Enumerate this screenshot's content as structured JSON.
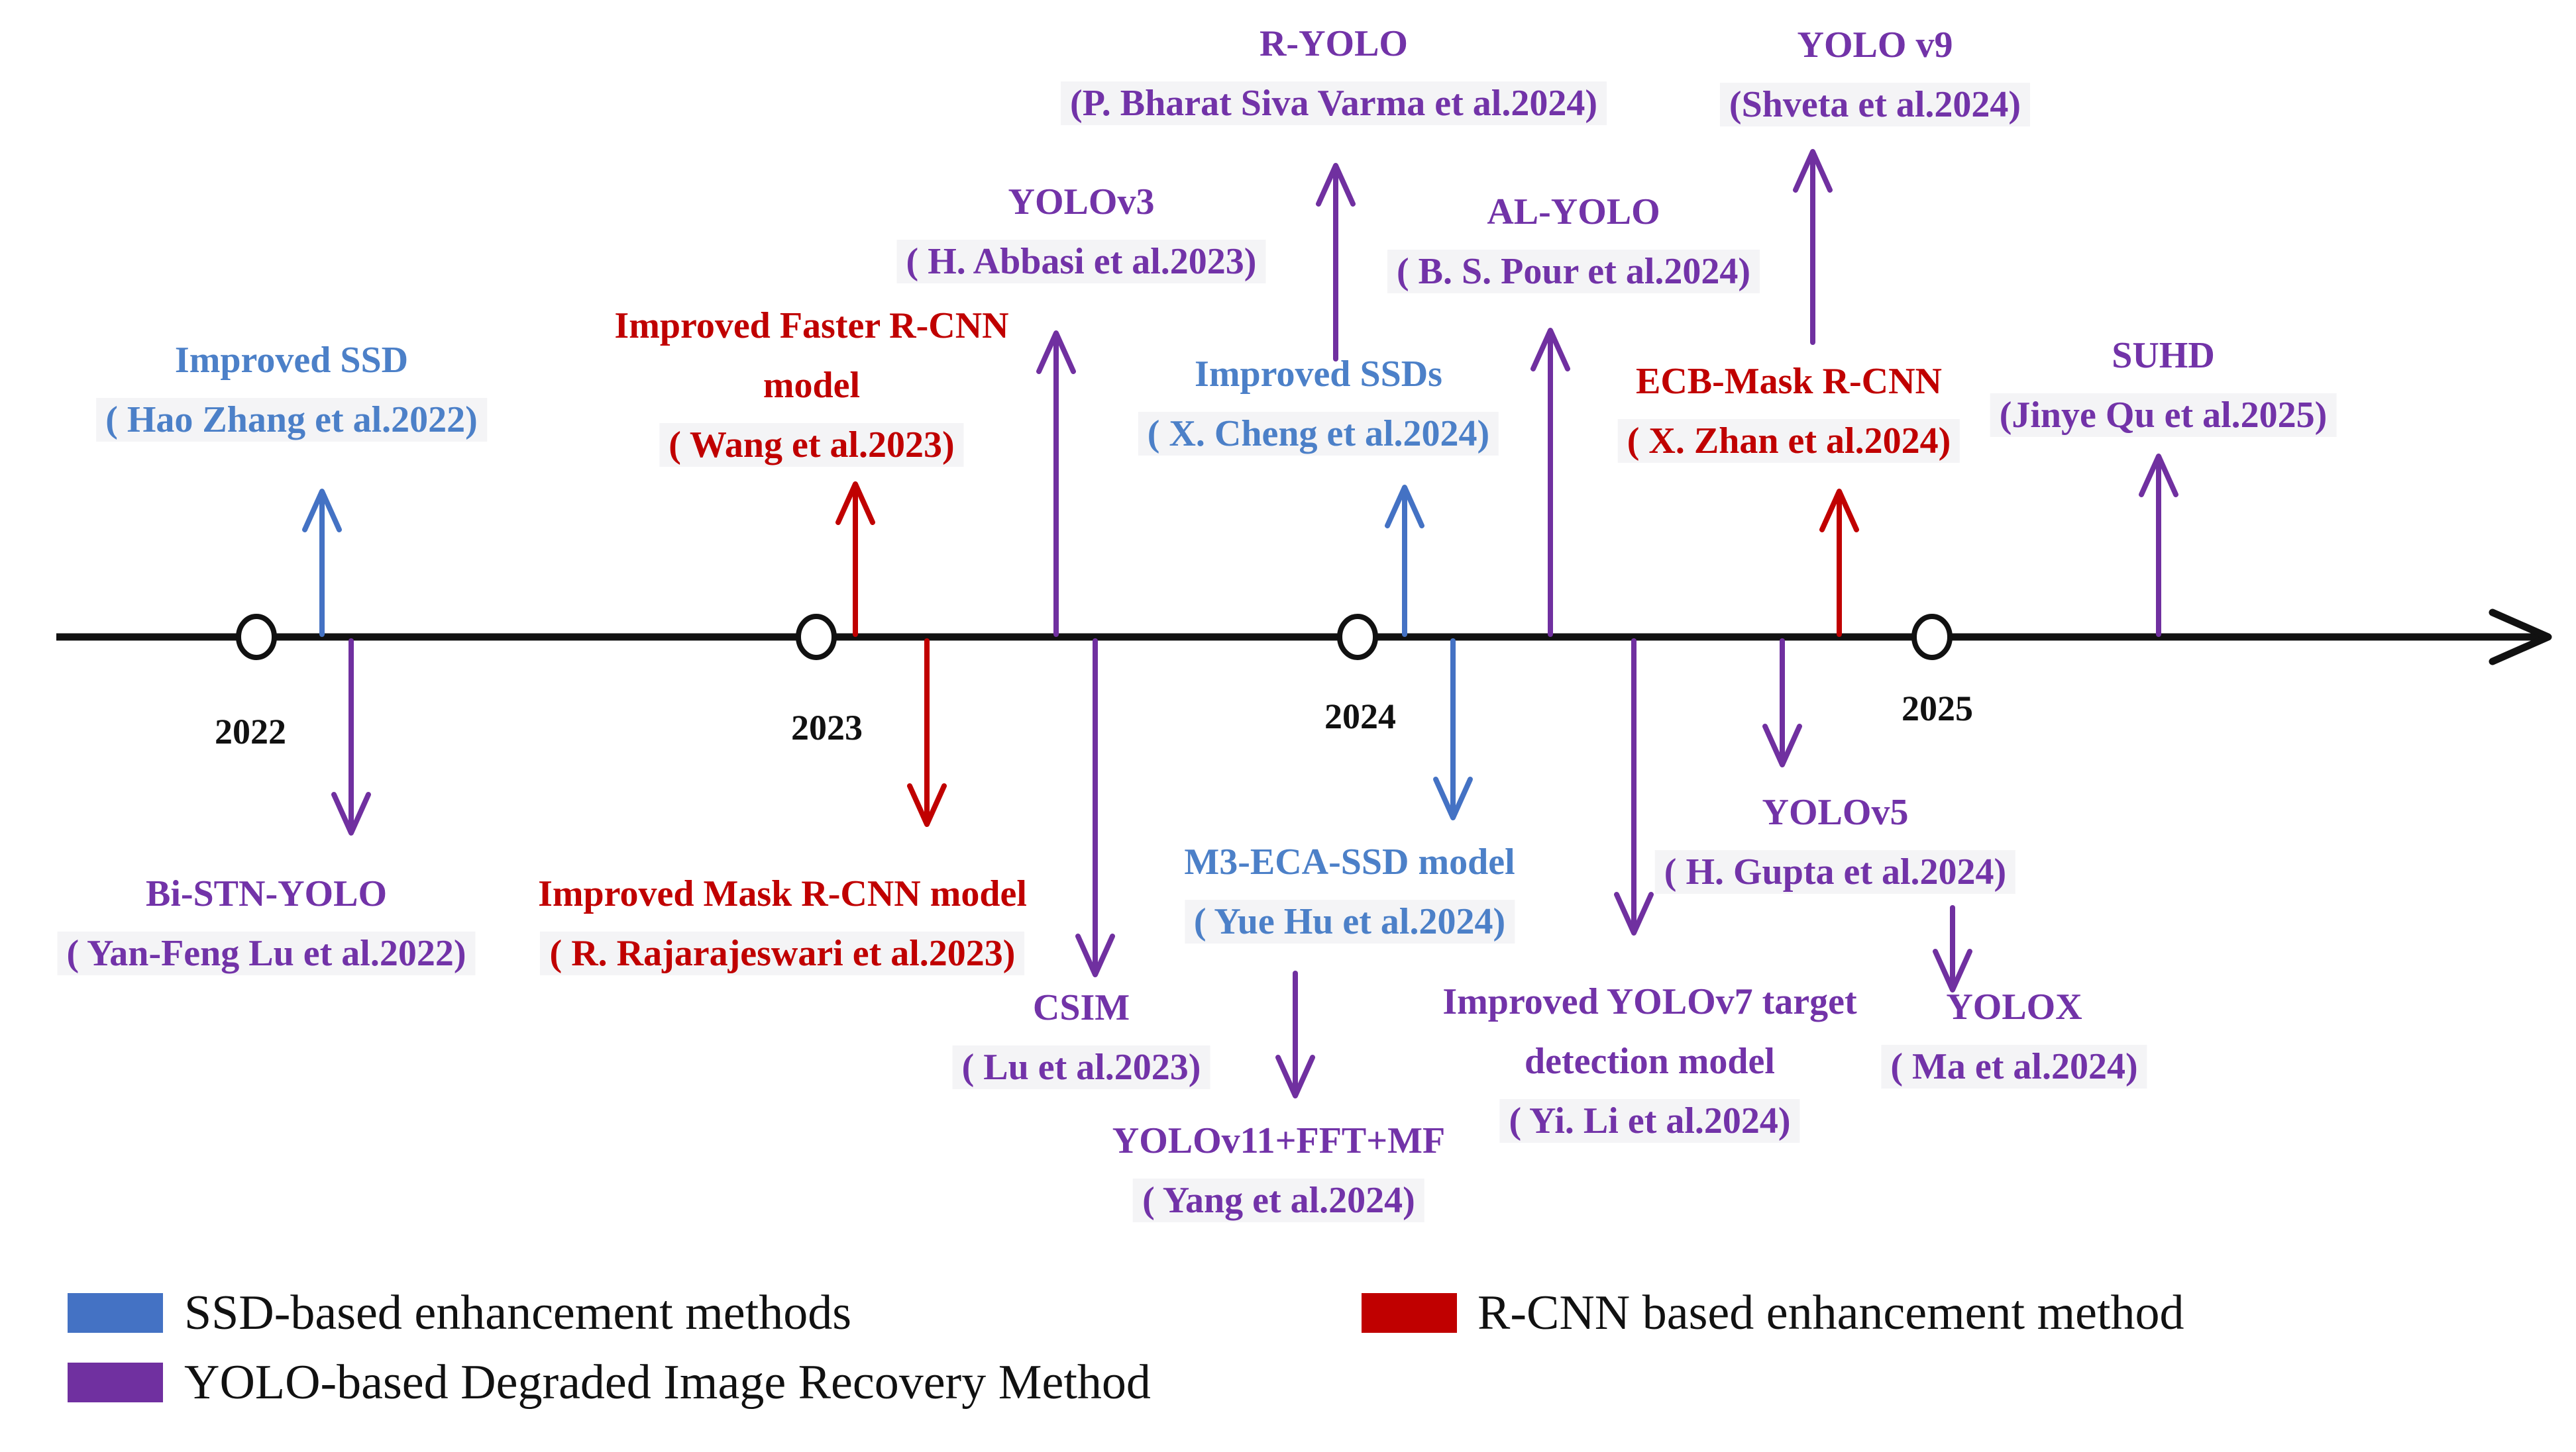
{
  "figure": {
    "type": "timeline-diagram",
    "background": "#ffffff",
    "colors": {
      "ssd_blue": "#4472C4",
      "rcnn_red": "#C00000",
      "yolo_purple": "#7030A0",
      "axis_black": "#111111",
      "citation_highlight": "#f4f4f6"
    }
  },
  "timeline": {
    "years": [
      "2022",
      "2023",
      "2024",
      "2025"
    ]
  },
  "events": [
    {
      "title": "Improved SSD",
      "citation": "( Hao Zhang et al.2022)",
      "category": "SSD",
      "direction": "up"
    },
    {
      "title": "Improved Faster R-CNN",
      "title2": "model",
      "citation": "( Wang et al.2023)",
      "category": "R-CNN",
      "direction": "up"
    },
    {
      "title": "YOLOv3",
      "citation": "( H. Abbasi et al.2023)",
      "category": "YOLO",
      "direction": "up"
    },
    {
      "title": "R-YOLO",
      "citation": "(P. Bharat Siva Varma et al.2024)",
      "category": "YOLO",
      "direction": "up"
    },
    {
      "title": "YOLO v9",
      "citation": "(Shveta et al.2024)",
      "category": "YOLO",
      "direction": "up"
    },
    {
      "title": "AL-YOLO",
      "citation": "( B. S. Pour et al.2024)",
      "category": "YOLO",
      "direction": "up"
    },
    {
      "title": "Improved SSDs",
      "citation": "( X. Cheng et al.2024)",
      "category": "SSD",
      "direction": "up"
    },
    {
      "title": "ECB-Mask R-CNN",
      "citation": "( X. Zhan et al.2024)",
      "category": "R-CNN",
      "direction": "up"
    },
    {
      "title": "SUHD",
      "citation": "(Jinye Qu et al.2025)",
      "category": "YOLO",
      "direction": "up"
    },
    {
      "title": "Bi-STN-YOLO",
      "citation": "( Yan-Feng Lu et al.2022)",
      "category": "YOLO",
      "direction": "down"
    },
    {
      "title": "Improved Mask R-CNN model",
      "citation": "( R. Rajarajeswari et al.2023)",
      "category": "R-CNN",
      "direction": "down"
    },
    {
      "title": "CSIM",
      "citation": "( Lu et al.2023)",
      "category": "YOLO",
      "direction": "down"
    },
    {
      "title": "M3-ECA-SSD model",
      "citation": "( Yue Hu et al.2024)",
      "category": "SSD",
      "direction": "down"
    },
    {
      "title": "YOLOv11+FFT+MF",
      "citation": "( Yang et al.2024)",
      "category": "YOLO",
      "direction": "down"
    },
    {
      "title": "Improved YOLOv7 target",
      "title2": "detection model",
      "citation": "( Yi. Li et al.2024)",
      "category": "YOLO",
      "direction": "down"
    },
    {
      "title": "YOLOv5",
      "citation": "( H. Gupta et al.2024)",
      "category": "YOLO",
      "direction": "down"
    },
    {
      "title": "YOLOX",
      "citation": "( Ma et al.2024)",
      "category": "YOLO",
      "direction": "down"
    }
  ],
  "legend": {
    "items": [
      {
        "label": "SSD-based enhancement methods",
        "color": "#4472C4"
      },
      {
        "label": "YOLO-based Degraded Image Recovery Method",
        "color": "#7030A0"
      },
      {
        "label": "R-CNN based enhancement method",
        "color": "#C00000"
      }
    ]
  }
}
